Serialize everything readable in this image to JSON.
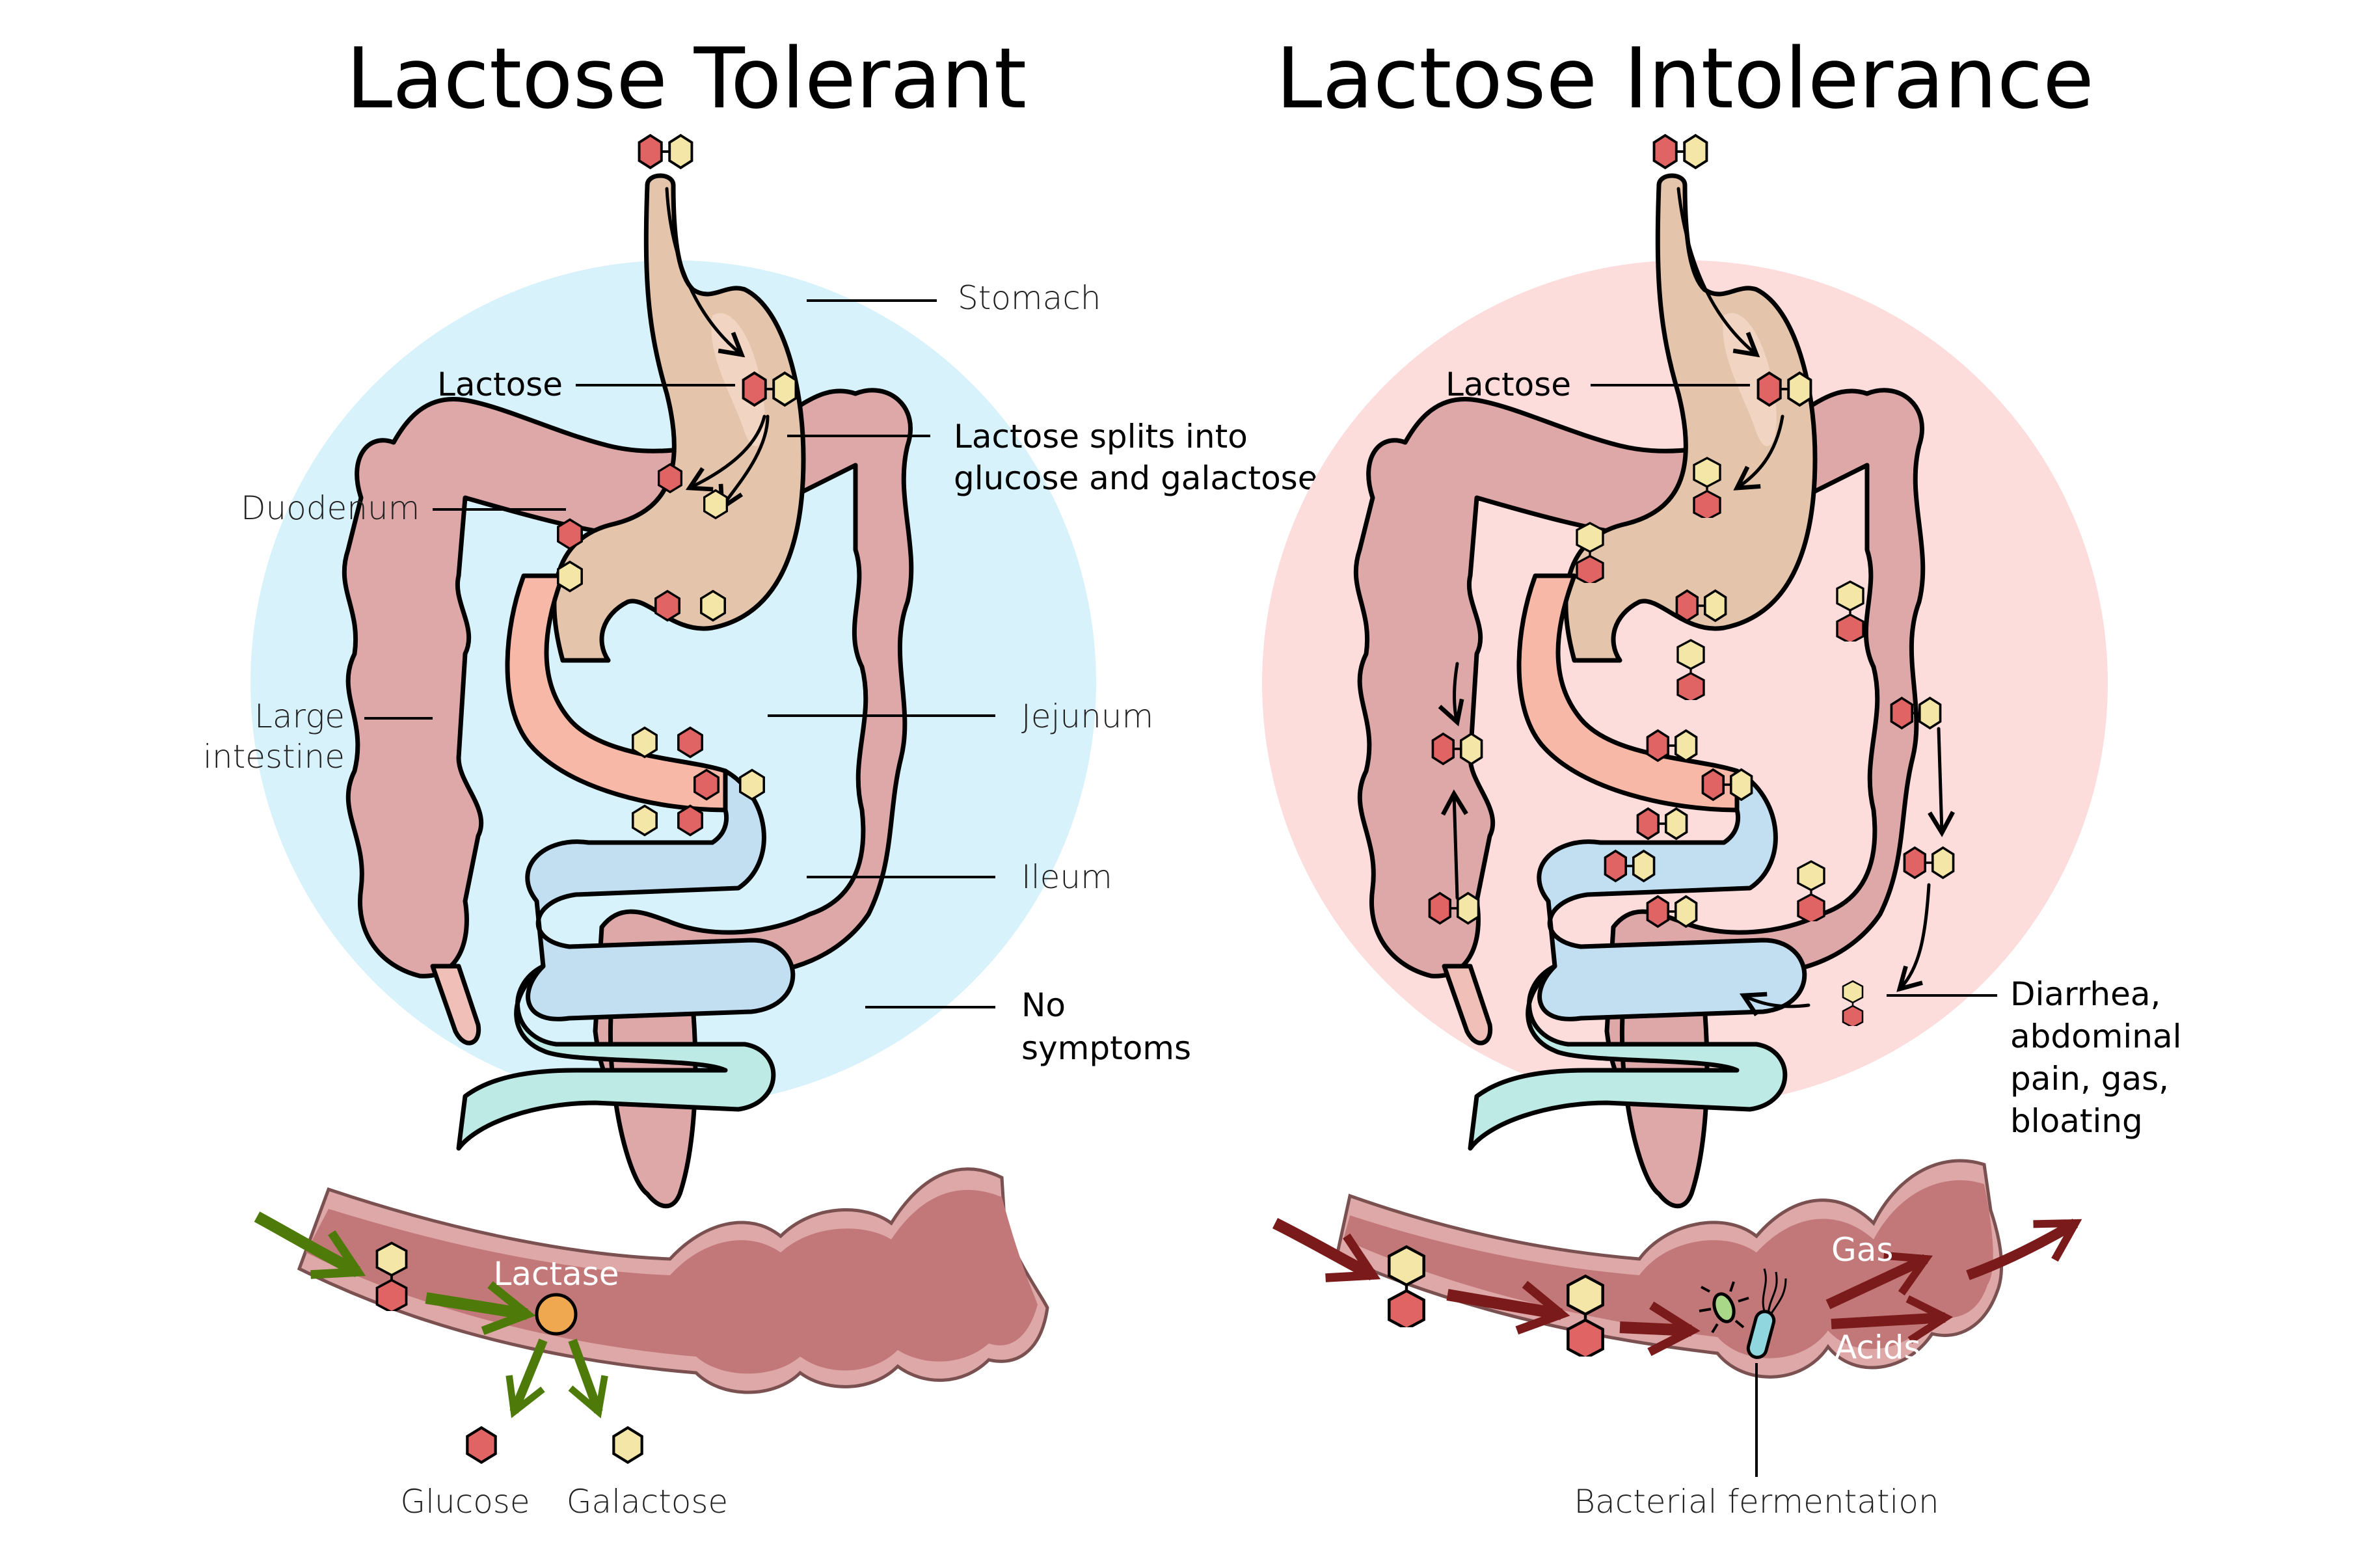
{
  "panels": {
    "tolerant": {
      "title": "Lactose Tolerant",
      "labels": {
        "stomach": "Stomach",
        "lactose": "Lactose",
        "splits_line1": "Lactose splits into",
        "splits_line2": "glucose and galactose",
        "duodenum": "Duodenum",
        "large_intestine_line1": "Large",
        "large_intestine_line2": "intestine",
        "jejunum": "Jejunum",
        "ileum": "Ileum",
        "symptoms_line1": "No",
        "symptoms_line2": "symptoms"
      },
      "detail": {
        "enzyme": "Lactase",
        "product_1": "Glucose",
        "product_2": "Galactose"
      },
      "background_color": "#d8f2fb",
      "arrow_color": "#4e7a0a"
    },
    "intolerant": {
      "title": "Lactose Intolerance",
      "labels": {
        "lactose": "Lactose",
        "symptoms_line1": "Diarrhea,",
        "symptoms_line2": "abdominal",
        "symptoms_line3": "pain, gas,",
        "symptoms_line4": "bloating"
      },
      "detail": {
        "product_1": "Gas",
        "product_2": "Acids",
        "process": "Bacterial fermentation"
      },
      "background_color": "#fddcdc",
      "arrow_color": "#7a1a1a"
    }
  },
  "colors": {
    "glucose": "#e06464",
    "galactose": "#f3e6a6",
    "stomach": "#e4c5ac",
    "duodenum": "#f7b8a8",
    "jejunum": "#c2dff2",
    "ileum": "#bdeae4",
    "colon": "#dfa8a8",
    "colon_dark": "#d09292",
    "lumen": "#c27878",
    "lactase": "#f0a850"
  }
}
